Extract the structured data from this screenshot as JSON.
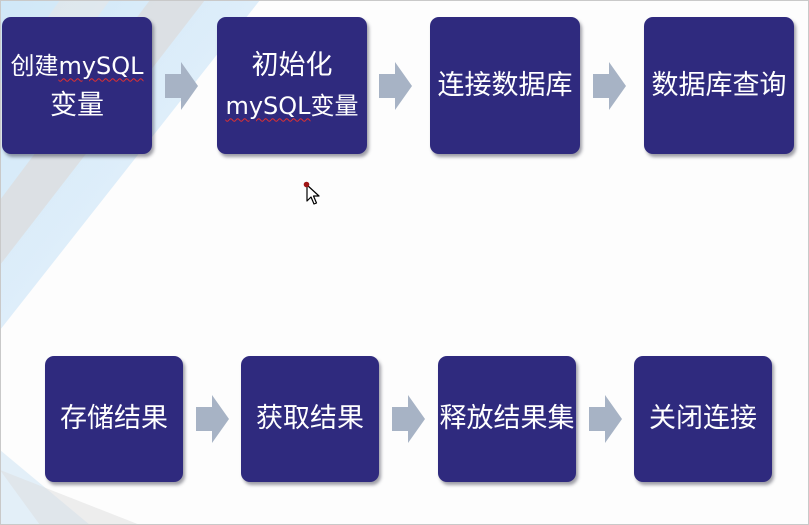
{
  "diagram": {
    "rows": [
      {
        "steps": [
          {
            "lines": [
              [
                {
                  "t": "创建",
                  "s": false
                },
                {
                  "t": "mySQL",
                  "s": true
                }
              ],
              [
                {
                  "t": "变量",
                  "s": false
                }
              ]
            ]
          },
          {
            "lines": [
              [
                {
                  "t": "初始化",
                  "s": false
                }
              ],
              [
                {
                  "t": "mySQL",
                  "s": true
                },
                {
                  "t": "变量",
                  "s": false
                }
              ]
            ]
          },
          {
            "lines": [
              [
                {
                  "t": "连接数据库",
                  "s": false
                }
              ]
            ]
          },
          {
            "lines": [
              [
                {
                  "t": "数据库查询",
                  "s": false
                }
              ]
            ]
          }
        ]
      },
      {
        "steps": [
          {
            "lines": [
              [
                {
                  "t": "存储结果",
                  "s": false
                }
              ]
            ]
          },
          {
            "lines": [
              [
                {
                  "t": "获取结果",
                  "s": false
                }
              ]
            ]
          },
          {
            "lines": [
              [
                {
                  "t": "释放结果集",
                  "s": false
                }
              ]
            ]
          },
          {
            "lines": [
              [
                {
                  "t": "关闭连接",
                  "s": false
                }
              ]
            ]
          }
        ]
      }
    ],
    "colors": {
      "box": "#2f2a7e",
      "text": "#ffffff",
      "arrow": "#a7b3c5",
      "spellcheck": "#e03030"
    },
    "icons": [
      "right-arrow-icon",
      "mouse-cursor-icon"
    ]
  }
}
